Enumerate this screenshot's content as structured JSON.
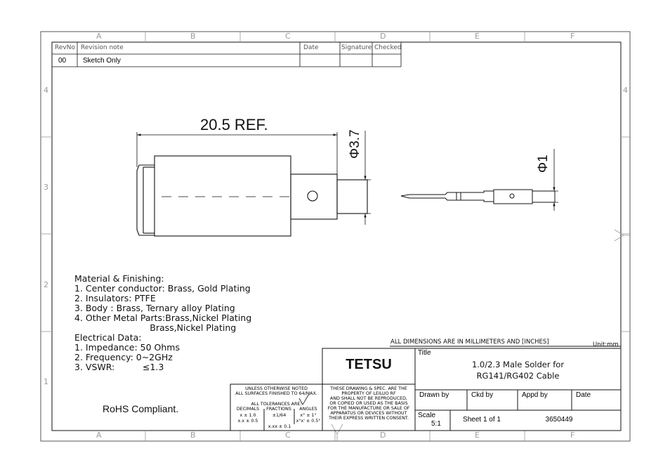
{
  "frame": {
    "columns_top": [
      "A",
      "B",
      "C",
      "D",
      "E",
      "F"
    ],
    "columns_bottom": [
      "A",
      "B",
      "C",
      "D",
      "E",
      "F"
    ],
    "rows_left": [
      "4",
      "3",
      "2",
      "1"
    ],
    "rows_right": [
      "4"
    ]
  },
  "revision_table": {
    "headers": [
      "RevNo",
      "Revision note",
      "Date",
      "Signature",
      "Checked"
    ],
    "rows": [
      {
        "rev": "00",
        "note": "Sketch Only",
        "date": "",
        "signature": "",
        "checked": ""
      }
    ]
  },
  "dimensions": {
    "length": "20.5 REF.",
    "body_diameter": "Φ3.7",
    "pin_diameter": "Φ1"
  },
  "notes": {
    "material_title": "Material & Finishing:",
    "material_items": [
      "1. Center conductor: Brass, Gold Plating",
      "2. Insulators: PTFE",
      "3. Body : Brass, Ternary alloy Plating",
      "4. Other Metal Parts:Brass,Nickel Plating",
      "                           Brass,Nickel Plating"
    ],
    "electrical_title": "Electrical Data:",
    "electrical_items": [
      "1. Impedance: 50 Ohms",
      "2. Frequency: 0~2GHz",
      "3. VSWR:          ≤1.3"
    ],
    "rohs": "RoHS Compliant."
  },
  "title_block": {
    "dims_note": "ALL DIMENSIONS ARE IN MILLIMETERS AND [INCHES]",
    "unit": "Unit:mm",
    "company": "TETSU",
    "title_label": "Title",
    "title_line1": "1.0/2.3 Male Solder for",
    "title_line2": "RG141/RG402 Cable",
    "drawn_by_label": "Drawn by",
    "ckd_by_label": "Ckd by",
    "appd_by_label": "Appd by",
    "date_label": "Date",
    "scale_label": "Scale",
    "scale_value": "5:1",
    "sheet": "Sheet 1 of 1",
    "part_number": "3650449",
    "tolerance_line1": "UNLESS OTHERWISE NOTED",
    "tolerance_line2": "ALL SURFACES FINISHED TO 64/MAX.",
    "tolerance_line3": "ALL TOLERANCES ARE:",
    "tol_decimals_head": "DECIMALS",
    "tol_decimals_1": "x ± 1.0",
    "tol_decimals_2": "x.x ± 0.5",
    "tol_decimals_3": "x.xx ± 0.1",
    "tol_fractions_head": "FRACTIONS",
    "tol_fractions_1": "±1/64",
    "tol_angles_head": "ANGLES",
    "tol_angles_1": "x° ± 1°",
    "tol_angles_2": "x°x' ± 0.5°",
    "property_1": "THESE DRAWING & SPEC. ARE THE",
    "property_2": "PROPERTY OF LEILUO RF",
    "property_3": "AND SHALL NOT BE REPRODUCED,",
    "property_4": "OR COPIED OR USED AS THE BASIS",
    "property_5": "FOR THE MANUFACTURE OR SALE OF",
    "property_6": "APPARATUS OR DEVICES WITHOUT",
    "property_7": "THEIR EXPRESS WRITTEN CONSENT."
  }
}
